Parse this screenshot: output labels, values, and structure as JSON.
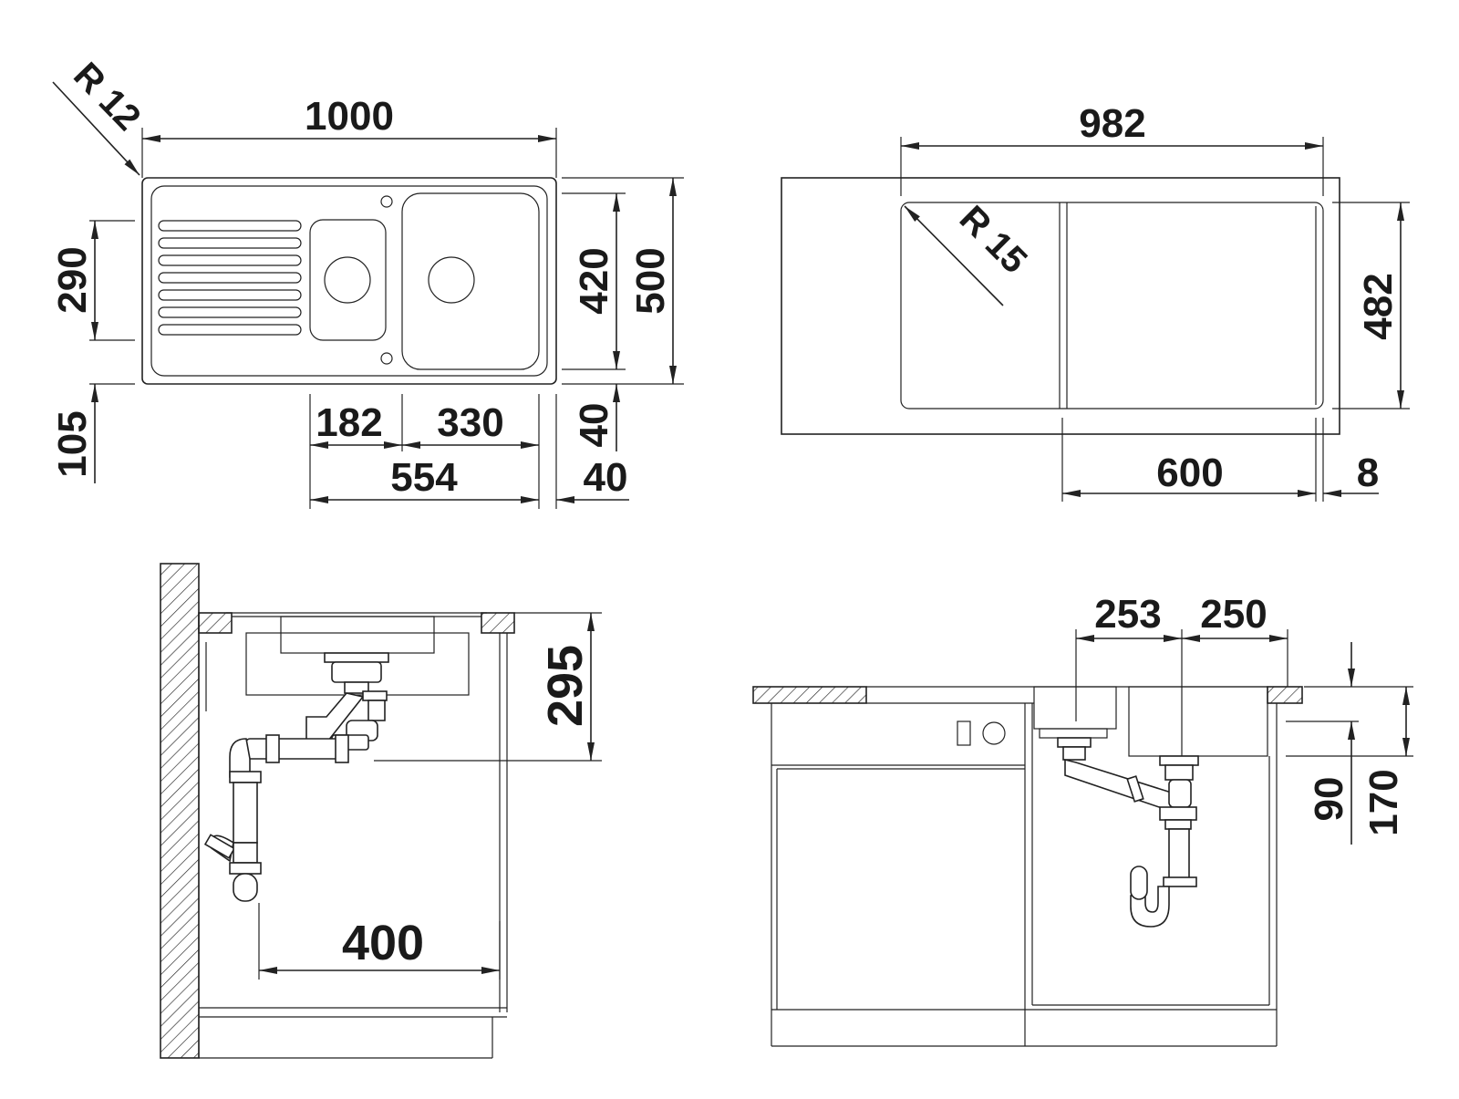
{
  "top_left": {
    "radius": "R 12",
    "width": "1000",
    "left_offset": "290",
    "bottom_offset": "105",
    "bowl_height": "420",
    "total_height": "500",
    "small_bowl": "182",
    "large_bowl": "330",
    "bowls_total": "554",
    "edge_right": "40",
    "edge_bottom": "40"
  },
  "top_right": {
    "width": "982",
    "radius": "R 15",
    "height": "482",
    "bowl_width": "600",
    "edge": "8"
  },
  "bottom_left": {
    "depth": "295",
    "clearance": "400"
  },
  "bottom_right": {
    "dim_left": "253",
    "dim_right": "250",
    "dim_90": "90",
    "dim_170": "170"
  }
}
